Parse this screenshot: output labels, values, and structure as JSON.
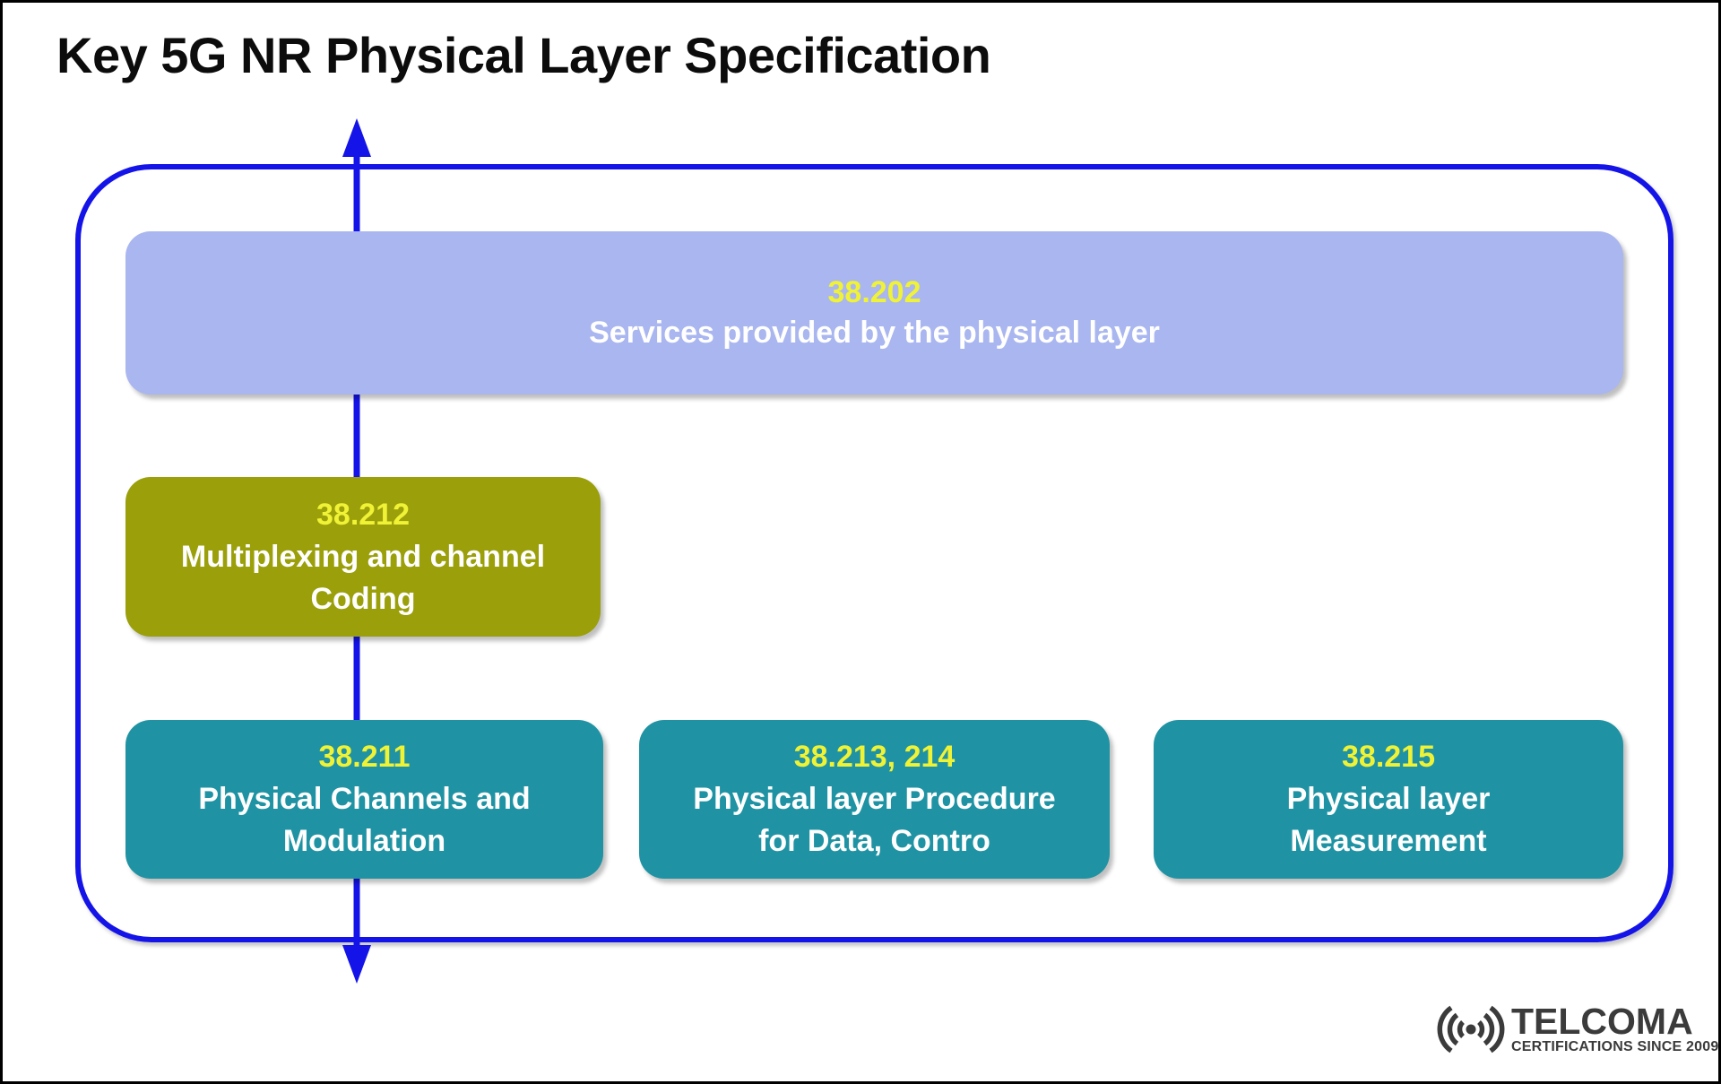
{
  "title": "Key 5G NR Physical Layer Specification",
  "boxes": {
    "services": {
      "code": "38.202",
      "lines": [
        "Services provided by the physical layer"
      ]
    },
    "mux": {
      "code": "38.212",
      "lines": [
        "Multiplexing and channel",
        "Coding"
      ]
    },
    "channels": {
      "code": "38.211",
      "lines": [
        "Physical Channels and",
        "Modulation"
      ]
    },
    "procedures": {
      "code": "38.213, 214",
      "lines": [
        "Physical layer Procedure",
        "for Data, Contro"
      ]
    },
    "measurement": {
      "code": "38.215",
      "lines": [
        "Physical layer",
        "Measurement"
      ]
    }
  },
  "logo": {
    "name": "TELCOMA",
    "tagline": "CERTIFICATIONS SINCE 2009"
  },
  "colors": {
    "frame_blue": "#1414e8",
    "box_purple": "#a9b6ef",
    "box_olive": "#9a9f0a",
    "box_teal": "#1f93a3",
    "code_yellow": "#f0f236",
    "title_black": "#0c0c0c",
    "logo_gray": "#3b3b3b"
  }
}
